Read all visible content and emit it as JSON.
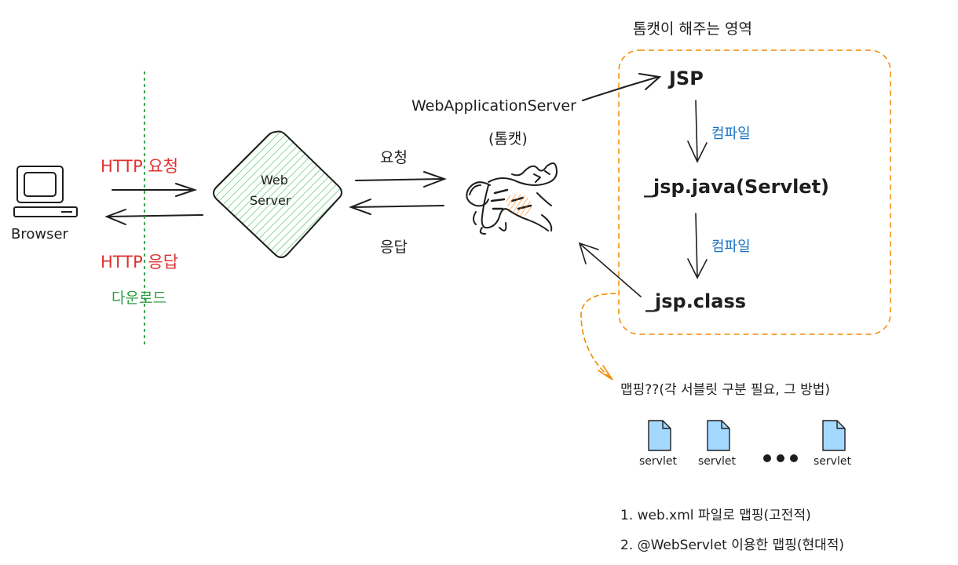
{
  "colors": {
    "ink": "#1e1e1e",
    "http_red": "#e03131",
    "download_green": "#2f9e44",
    "compile_blue": "#1971c2",
    "region_orange": "#f08c00",
    "hatch_green": "#40c057",
    "tomcat_orange": "#fd7e14"
  },
  "browser": {
    "icon": "computer-monitor-icon",
    "label": "Browser"
  },
  "http": {
    "request_label": "HTTP 요청",
    "response_label": "HTTP 응답",
    "download_label": "다운로드"
  },
  "web_server": {
    "line1": "Web",
    "line2": "Server"
  },
  "was_link": {
    "request_label": "요청",
    "response_label": "응답"
  },
  "was": {
    "title": "WebApplicationServer",
    "subtitle": "(톰캣)",
    "icon": "tomcat-cat-icon"
  },
  "tomcat_region": {
    "title": "톰캣이 해주는 영역",
    "jsp": "JSP",
    "compile1": "컴파일",
    "servlet_java": "_jsp.java(Servlet)",
    "compile2": "컴파일",
    "class_file": "_jsp.class"
  },
  "mapping": {
    "title": "맵핑??(각 서블릿 구분 필요, 그 방법)",
    "files": [
      "servlet",
      "servlet",
      "servlet"
    ],
    "ellipsis_icon": "three-dots-icon",
    "methods": [
      "1. web.xml 파일로 맵핑(고전적)",
      "2. @WebServlet 이용한 맵핑(현대적)"
    ]
  }
}
